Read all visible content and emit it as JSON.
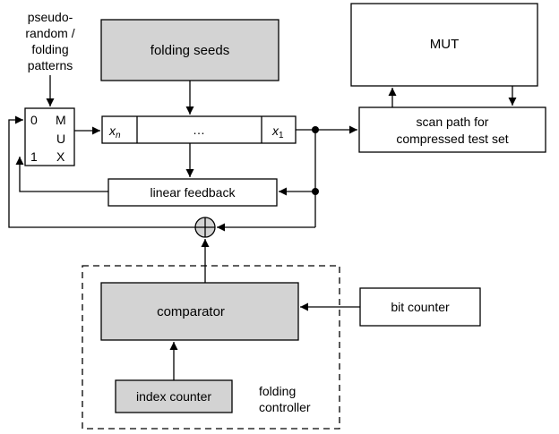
{
  "diagram": {
    "blocks": {
      "folding_seeds": "folding seeds",
      "mut": "MUT",
      "mux_0": "0",
      "mux_1": "1",
      "mux_m": "M",
      "mux_u": "U",
      "mux_x": "X",
      "reg_xn_var": "x",
      "reg_xn_sub": "n",
      "reg_dots": "…",
      "reg_x1_var": "x",
      "reg_x1_sub": "1",
      "scan_path_line1": "scan path for",
      "scan_path_line2": "compressed test set",
      "linear_feedback": "linear feedback",
      "comparator": "comparator",
      "bit_counter": "bit counter",
      "index_counter": "index counter"
    },
    "labels": {
      "patterns_line1": "pseudo-",
      "patterns_line2": "random /",
      "patterns_line3": "folding",
      "patterns_line4": "patterns",
      "controller_line1": "folding",
      "controller_line2": "controller"
    },
    "colors": {
      "shaded_fill": "#d3d3d3",
      "line": "#000000",
      "background": "#ffffff"
    }
  }
}
